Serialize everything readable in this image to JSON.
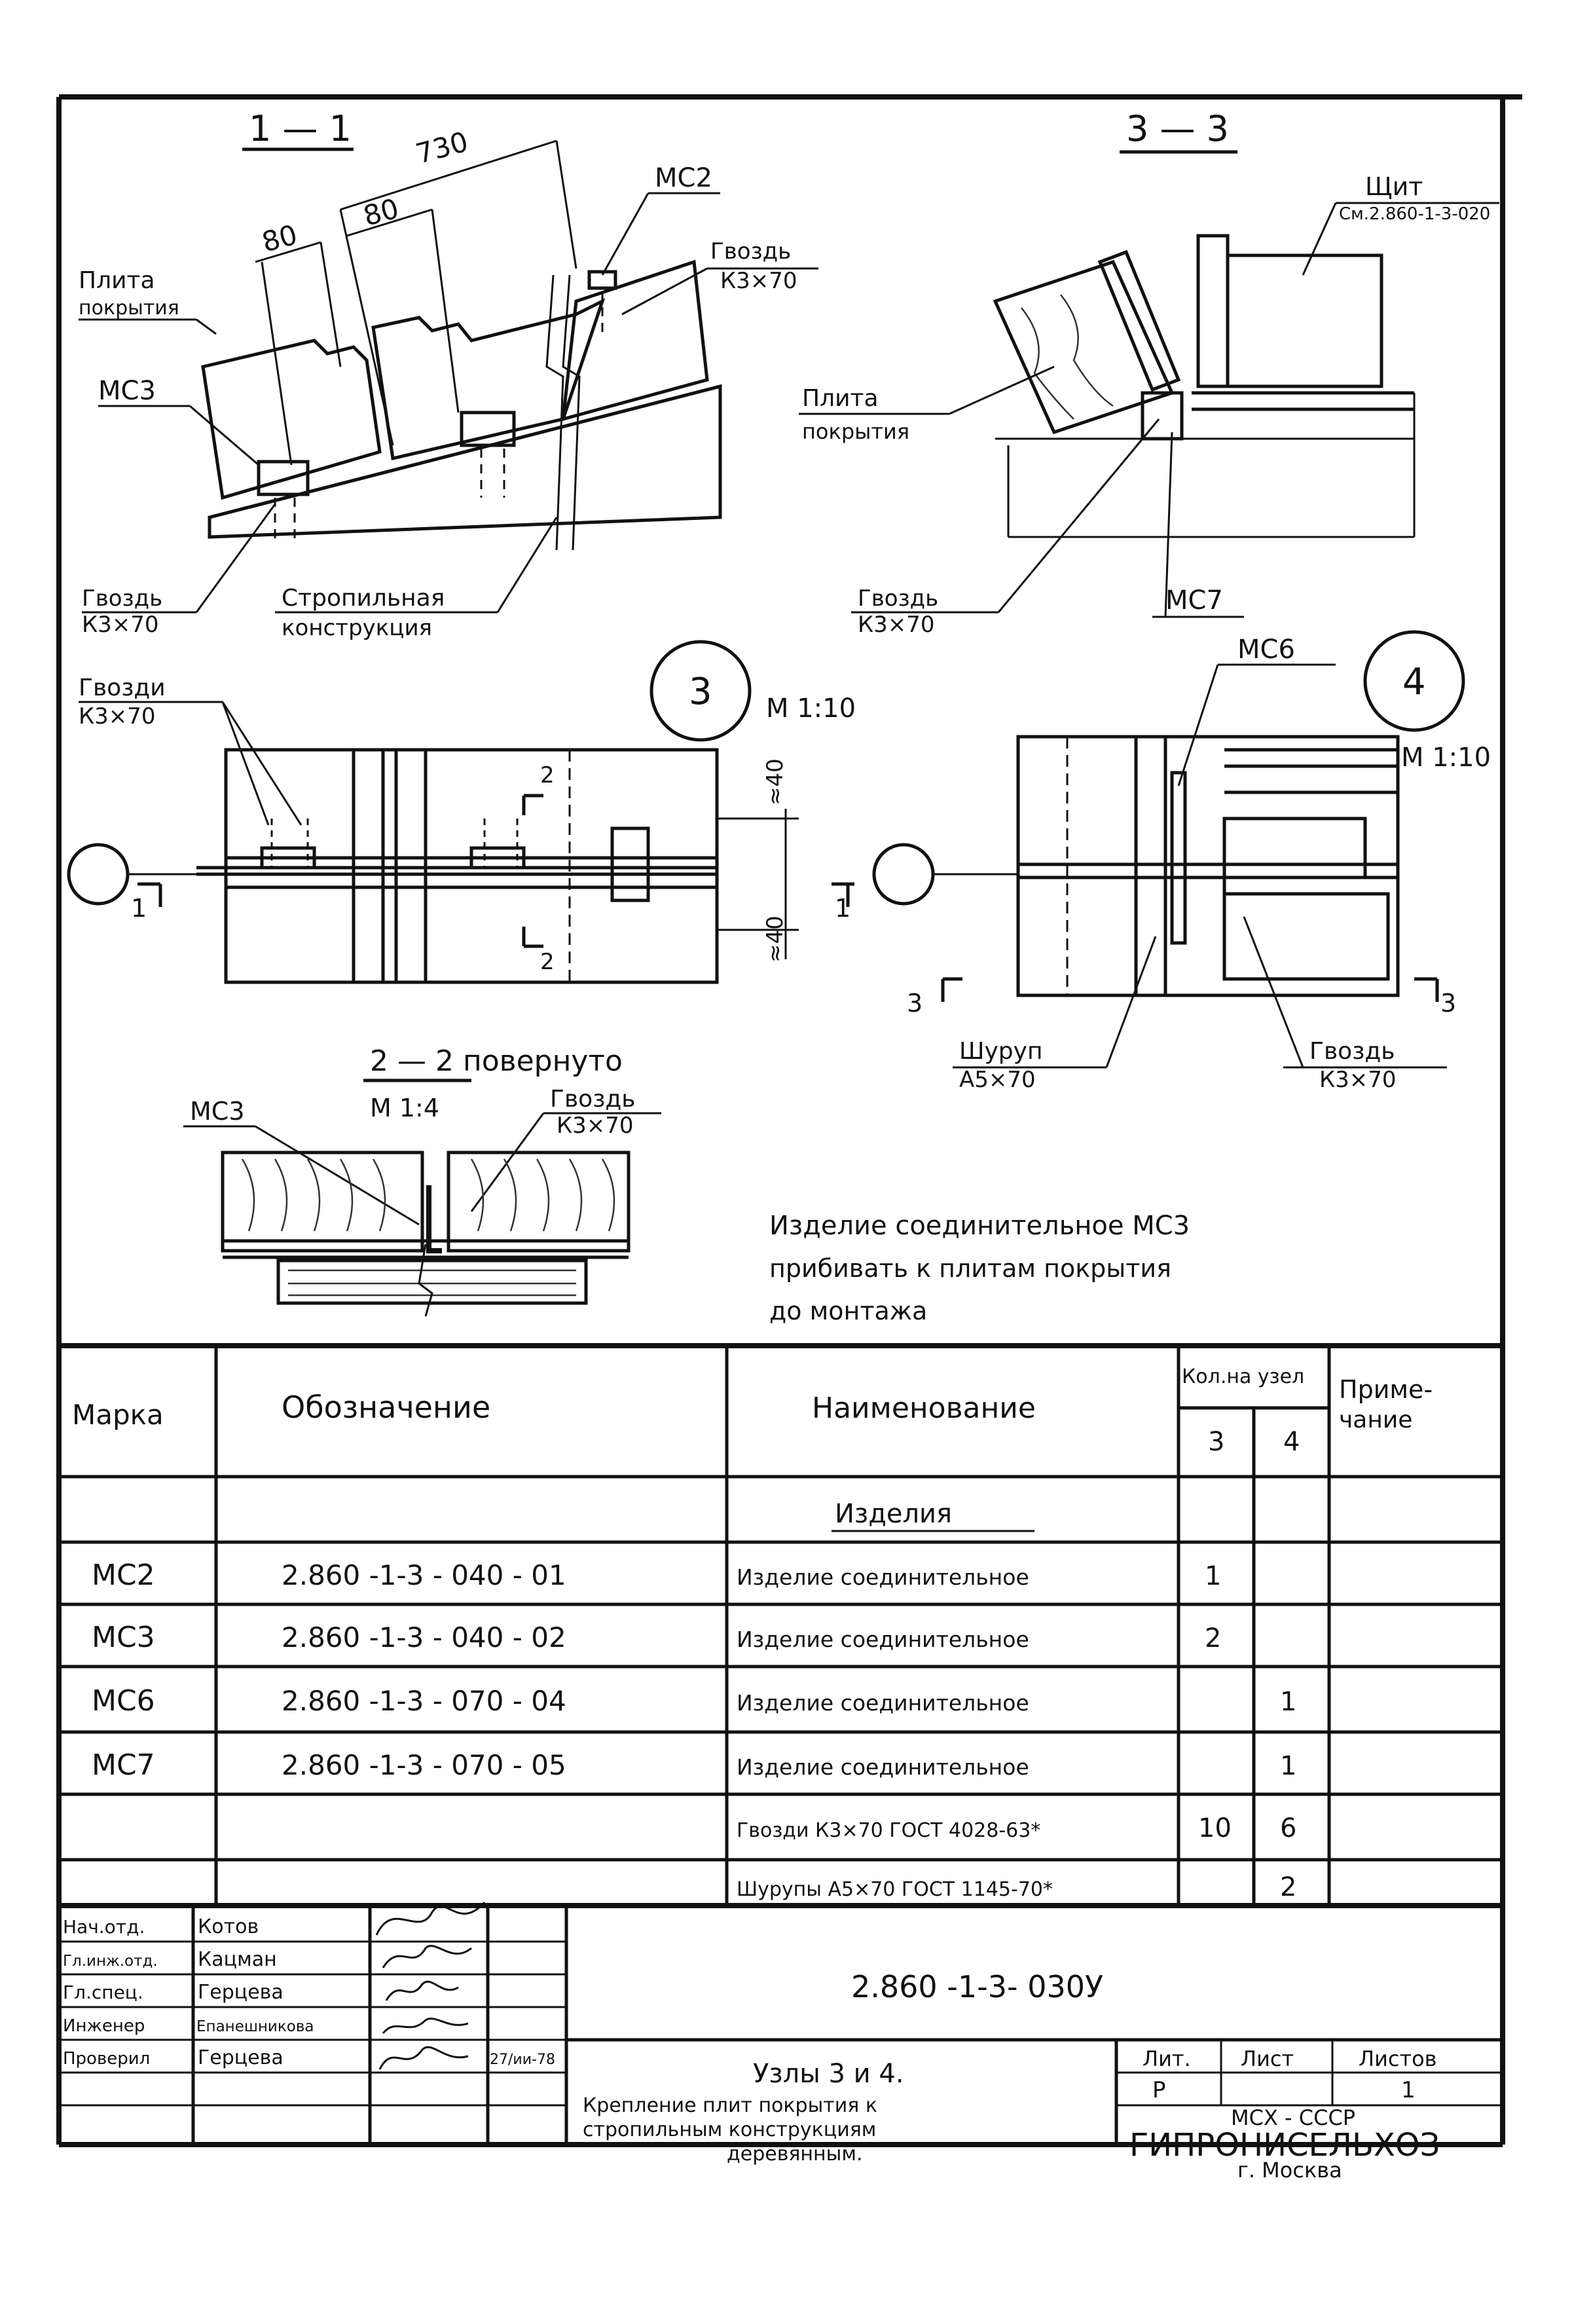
{
  "section_1_1": {
    "title": "1 — 1",
    "dim_730": "730",
    "dim_80a": "80",
    "dim_80b": "80",
    "label_plate": [
      "Плита",
      "покрытия"
    ],
    "label_mc3": "МС3",
    "label_mc2": "МС2",
    "label_nail_top": [
      "Гвоздь",
      "К3×70"
    ],
    "label_nail_bottom": [
      "Гвоздь",
      "К3×70"
    ],
    "label_rafter": [
      "Стропильная",
      "конструкция"
    ]
  },
  "section_3_3": {
    "title": "3 — 3",
    "label_shield": [
      "Щит",
      "См.2.860-1-3-020"
    ],
    "label_plate": [
      "Плита",
      "покрытия"
    ],
    "label_nail": [
      "Гвоздь",
      "К3×70"
    ],
    "label_mc7": "МС7"
  },
  "node_3": {
    "number": "3",
    "scale": "М 1:10",
    "label_nails": [
      "Гвозди",
      "К3×70"
    ],
    "dim_upper": "≈40",
    "dim_lower": "≈40",
    "cut_left": "1",
    "cut_right": "1",
    "cut_top": "2",
    "cut_bottom": "2"
  },
  "node_4": {
    "number": "4",
    "scale": "М 1:10",
    "label_mc6": "МС6",
    "label_screw": [
      "Шуруп",
      "А5×70"
    ],
    "label_nail": [
      "Гвоздь",
      "К3×70"
    ],
    "cut_left": "3",
    "cut_right": "3"
  },
  "section_2_2": {
    "title": "2 — 2 повернуто",
    "scale": "М 1:4",
    "label_mc3": "МС3",
    "label_nail": [
      "Гвоздь",
      "К3×70"
    ]
  },
  "note": [
    "Изделие соединительное МС3",
    "прибивать к плитам покрытия",
    "до монтажа"
  ],
  "spec_table": {
    "headers": {
      "mark": "Марка",
      "designation": "Обозначение",
      "name": "Наименование",
      "qty": "Кол.на узел",
      "qty_3": "3",
      "qty_4": "4",
      "note": [
        "Приме-",
        "чание"
      ]
    },
    "section_title": "Изделия",
    "rows": [
      {
        "mark": "МС2",
        "designation": "2.860 -1-3 - 040 - 01",
        "name": "Изделие соединительное",
        "q3": "1",
        "q4": ""
      },
      {
        "mark": "МС3",
        "designation": "2.860 -1-3 - 040 - 02",
        "name": "Изделие соединительное",
        "q3": "2",
        "q4": ""
      },
      {
        "mark": "МС6",
        "designation": "2.860 -1-3 - 070 - 04",
        "name": "Изделие соединительное",
        "q3": "",
        "q4": "1"
      },
      {
        "mark": "МС7",
        "designation": "2.860 -1-3 - 070 - 05",
        "name": "Изделие соединительное",
        "q3": "",
        "q4": "1"
      },
      {
        "mark": "",
        "designation": "",
        "name": "Гвозди К3×70 ГОСТ 4028-63*",
        "q3": "10",
        "q4": "6"
      },
      {
        "mark": "",
        "designation": "",
        "name": "Шурупы А5×70 ГОСТ 1145-70*",
        "q3": "",
        "q4": "2"
      }
    ]
  },
  "title_block": {
    "code": "2.860 -1-3- 030У",
    "people": [
      {
        "role": "Нач.отд.",
        "name": "Котов"
      },
      {
        "role": "Гл.инж.отд.",
        "name": "Кацман"
      },
      {
        "role": "Гл.спец.",
        "name": "Герцева"
      },
      {
        "role": "Инженер",
        "name": "Епанешникова"
      },
      {
        "role": "Проверил",
        "name": "Герцева"
      }
    ],
    "date": "27/ии-78",
    "title_lines": [
      "Узлы 3 и 4.",
      "Крепление плит покрытия к",
      "стропильным конструкциям",
      "деревянным."
    ],
    "lit_label": "Лит.",
    "sheet_label": "Лист",
    "sheets_label": "Листов",
    "lit_value": "Р",
    "sheet_value": "",
    "sheets_value": "1",
    "org_top": "МСХ - СССР",
    "org_name": "ГИПРОНИСЕЛЬХОЗ",
    "org_city": "г. Москва"
  }
}
